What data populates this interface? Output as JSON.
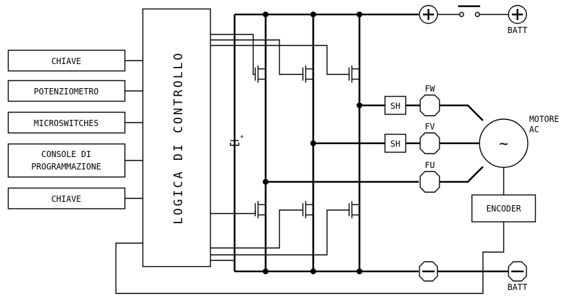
{
  "inputs": {
    "chiave_1": "CHIAVE",
    "potenziometro": "POTENZIOMETRO",
    "microswitches": "MICROSWITCHES",
    "console_line1": "CONSOLE DI",
    "console_line2": "PROGRAMMAZIONE",
    "chiave_2": "CHIAVE"
  },
  "control_logic": "LOGICA DI CONTROLLO",
  "battery": {
    "positive_label": "BATT",
    "negative_label": "BATT"
  },
  "shunts": {
    "sh_w": "SH",
    "sh_v": "SH"
  },
  "fuses": {
    "fw": "FW",
    "fv": "FV",
    "fu": "FU"
  },
  "motor": {
    "line1": "MOTORE",
    "line2": "AC",
    "symbol": "~"
  },
  "encoder": "ENCODER",
  "capacitor_plus": "+"
}
